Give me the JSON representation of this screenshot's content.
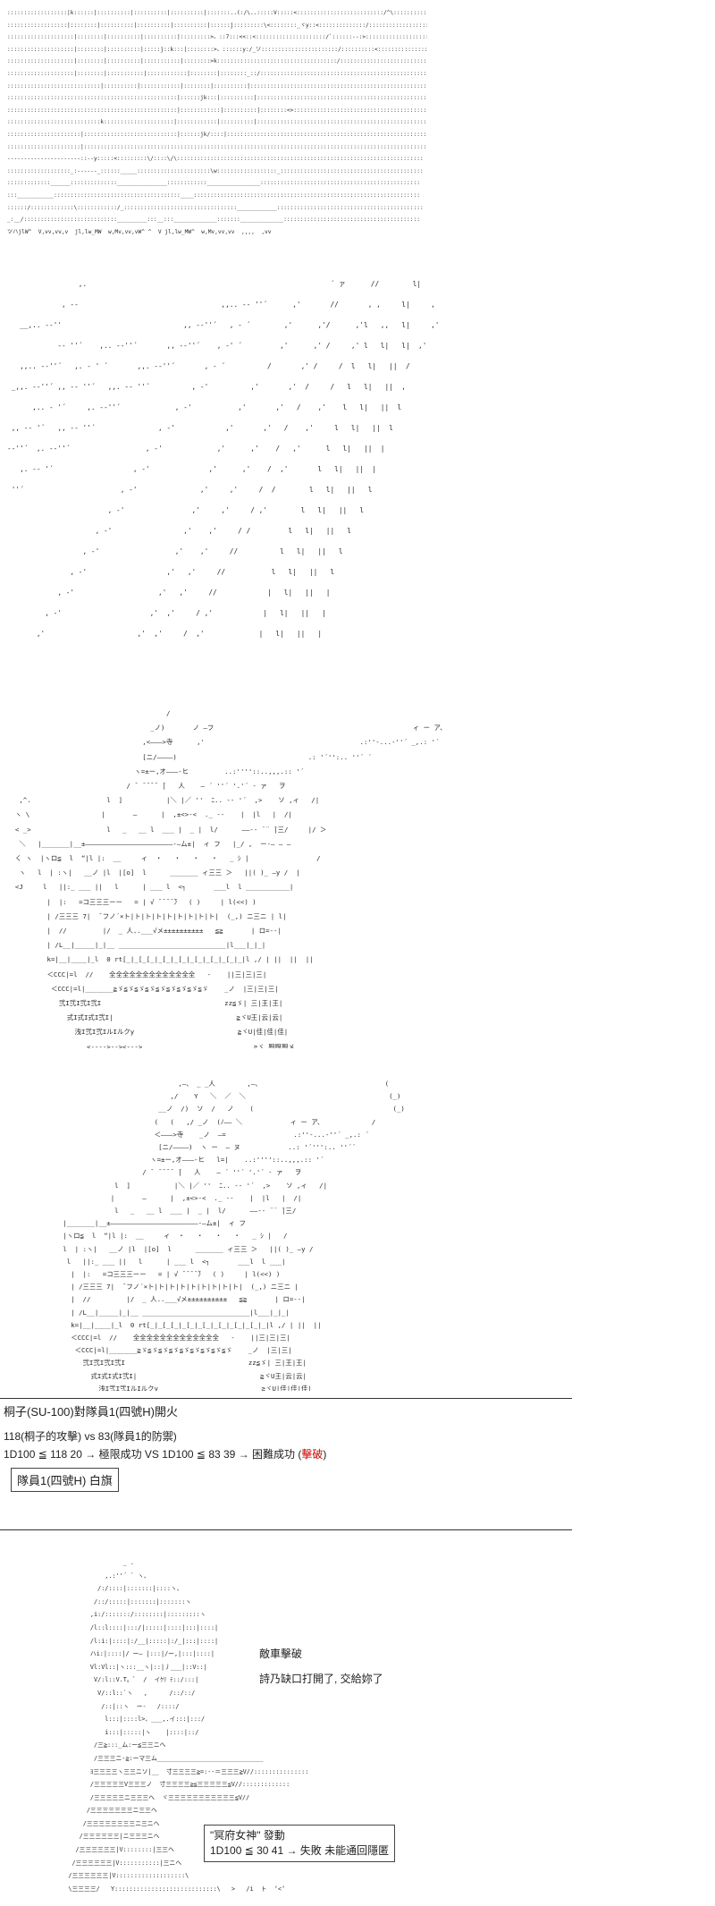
{
  "panel1_art": "::::::::::::::::::|k::::::|::::::::::|::::::::::|::::::::::|:::::::..(:/\\..:::::V:::::<::::::::::::::::::::::::::/^\\::::::::::::::::::::\n::::::::::::::::::|::::::::|::::::::::|::::::::::|::::::::::|::::::j:::::::::\\<::::::::_ヾy::<::::::::::::::/:::::::::::::::::::::::::::::\n::::::::::::::::::::|::::::::|::::::::::|::::::::::|:::::::::>、::7:::<<::<:::::::::::::::::::::/`::::::--:>::::::::::::::::::::::\n::::::::::::::::::::|::::::::|::::::::::|:::::j::k:::|::::::::>、::::::y:/_ソ:::::::::::::::::::::::/::::::::::<::::::::::::::::::::\n::::::::::::::::::::|::::::::|::::::::::|:::::::::::|::::::::>k::::::::::::::::::::::::::::::::::::/:::::::::::::::::::::::::::::::::\n::::::::::::::::::::|::::::::|:::::::::::|::::::::::::|::::::::|::::::::_::/::::::::::::::::::::::::::::::::::::::::::::::::::::::\n::::::::::::::::::::::::::::|::::::::::|::::::::::::|::::::::|::::::::::|:::::::::::::::::::::::::::::::::::::::::::::::::::::::::\n:::::::::::::::::::::::::::::::::::::::::::::::::::|::::::jk:::|::::::::::|::::::::::::::::::::::::::::::::::::::::::::::::::::::\n:::::::::::::::::::::::::::::::::::::::::::::::::::|::::::::::::|::::::::::|::::::::<>::::::::::::::::::::::::::::::::::::::::::\n::::::::::::::::::::::::::::k:::::::::::::::::::::|::::::::::::|::::::::::|::::::::::::::::::::::::::::::::::::::::::::::::::::\n::::::::::::::::::::::|::::::::::::::::::::::::::::|::::::jk/::::|::::::::::::::::::::::::::::::::::::::::::::::::::::::::::::\n::::::::::::::::::::::|:::::::::::::::::::::::::::::::::::::::::::::::::::::::::::::::::::::::::::::::::::::::::::::::::::::::\n----------------------::--y:::::<:::::::::\\/::::\\/\\::::::::::::::::::::::::::::::::::::::::::::::::::::::::::::::::::::::::::\n:::::::::::::::::::_:------_::::::_____::::::::::::::::::::::\\w::::::::::::::::::_:::::::::::::::::::::::::::::::::::::::::::\n:::::::::::::______::::::::::::::_______________::::::::::::________________::::::::::::::::::::::::::::::::::::::::::::::::\n:::___________::::::::::::::::::::::::::::::::::::::____::::::::::::::::::::::::::::::::::::::::::::::::::::::::::::::::::::\n::::::/:::::::::::::\\::::::::::::/_::::::::::::::::::::::::::::::::::____________::::::::::::::::::::::::::::::::::::::::::::\n_:__/::::::::::::::::::::::::::::_________:::__:::_____________:::::::_____________:::::::::::::::::::::::::::::::::::::::::\nツハjlW^  V,vv,vv,v  jl,lw_MW  w,Mv,vv,vW^ ^  V jl,lw_MW^  w,Mv,vv,vv  ,,,,  ,vv",
  "panel2_art": "                 ,.                                                          ´ ァ      //        l|                          \n             , -‐                                  ,,.. ‐- ''´      ,'       //       , ,     l|     ,                  \n   __,.. -‐''                             ,, -‐''´   , ‐ ´        ,'      ,'/      ,'l   ,,   l|     ,'                  \n            -‐ ''´    ,.. -‐''´       ,, -‐''´    , ‐' ´         ,'      ,' /     ,' l   l|   l|  ,'                    \n   ,,.. -‐''´   ,. - ' ´       ,,. -‐''´       , ‐ ´          /       ,' /     /  l   l|   ||  /                     \n _,,. -‐''´ ,, -‐ ''´   ,,. -‐ ''´          , ‐'          ,'       ,'  /     /   l   l|   ||  ,                     \n      ,.. - '´     ,. -‐''´             , ‐'           ,'       ,'   /    ,'    l   l|   ||  l                     \n ,, -‐ '´   ,, -‐ ''´               , ‐'            ,'       ,'   /    ,'     l   l|   ||  l                     \n-‐''´  ,. -‐''´                  , ‐'             ,'      ,'    /   ,'      l   l|   ||  |                     \n   ,. -‐ '´                   , ‐'              ,'      ,'    /  ,'       l   l|   ||  |                     \n ''´                       , ‐'               ,'     ,'     /  /        l   l|   ||   l                    \n                        , ‐'                ,'     ,'     / ,'        l   l|   ||   l                    \n                     , ‐'                 ,'    ,'     / /         l   l|   ||   l                    \n                  , ‐'                  ,'    ,'     //          l   l|   ||   l                    \n               , ‐'                   ,'   ,'     //           l   l|   ||   l                    \n            , ‐'                    ,'   ,'     //            |   l|   ||   |                    \n         , ‐'                     ,'  ,'     / ,'            |   l|   ||   |                    \n       ,'                      ,'  ,'     /  ,'             |   l|   ||   |                    ",
  "panel3_art": "                                        /\n                                    _ノ)       ノ ―フ                                                  ィ ー ア、\n                                  ,<―――>寺      ,'                                       .:''-...-''´ _,.: '´\n                                  [ニ/――――)                                 .: '´'':.. ''´ ´\n                                ヽ=±ー,オ―――‐ヒ         ..:''''::..,,,.:: '´\n                              / ̄  ̄ ̄ ̄ ̄  ̄|   人    ― ´ ''´ '.'´ ‐ ァ   ヲ\n   ,^.                   l  ]           |＼ |／ ''  ﾆ.. -‐ '´  ,>    ソ ,ィ   /|\n  ヽ \\                  |       ―      |  ,±<>-<  ._ -‐    |  |l   |  /|\n  < _>                   l   _   __ l  ___ |  _ |  l/      ――-‐ ¨¨ ̄|三/     |/ ＞\n   ＼   |_______|__±――――――――――――――――――――――‐―ム±|  ィ フ   |_/ ,  ー‐― ― ―\n  く ヽ  |ヽロ≦  l  “|l |:  __     ィ  ・   ・   ・   ・   _ ｼ |                 /\n   ヽ   l  | :ヽ|   __ノ |l  |[o]  l      _______ ィ三三 ＞   ||( )_ ―y /  |     \n  <J     l   ||:_ ___ ||   l      | ___ l  <┐       ___l  l ___________|\n          |  |:   =コ三三三ーー   = | √ ̄ ̄ ̄ ̄ ̄〉  ( )     | l(<<) )\n          | /三三三 7|  ̄ フノ´×ト|ト|ト|ト|ト|ト|ト|ト|ト|  (_,) ニ三ニ | l|  \n          |  //         |/  _ 人..___√メ±±±±±±±±±±   ≦≧       | ロ=‐‐|\n          | /L__|_____|_|__ ___________________________|l___|_|_|\n          k=|__|____|_l  0 rt[_|_[_[_|_[_|_[_|_[_|_[_|_[_|_|l ,/ | ||  ||  ||\n          ＜CCC|=l  //    全全全全全全全全全全全全全   ‐    ||三|三|三|\n           ＜CCC|=l|_______≧ゞ≦ゞ≦ゞ≦ゞ≦ゞ≦ゞ≦ゞ≦ゞ≦ゞ    _ノ  |三|三|三|\n             弐I弐I弐I弐I                               zz≦ゞ| 三|王|王|\n               式I式I式I弐I|                               ≧ヾU王|云|云|\n                 浅I弐I弐IルIルクy                          ≧ヾU|佳|佳|佳|\n                    <---->--><--->                            ≧ヾ_厨厨厨メ",
  "panel4_art": "                                           ,―、 _ _人        ,―、                               (\n                                         ,/    Y   ＼  ／  ＼                                    (_)\n                                      __ノ  /)  ソ  /   ノ    (                                   (_)\n                                     (   (   ,/ _ノ  (ﾉ―― ＼            ィ ー ア、            /\n                                     ＜―――>寺    _ノ  ―=                 .:''-...-''´ _,.: ´\n                                      [ニ/――――)  ヽ ー  ― ヌ            ..: '´''':.. ''´´\n                                    ヽ=±ー,オ―――‐ヒ   l=|    ..:''''::..,,,.:: '´\n                                  / ̄  ̄ ̄ ̄ ̄  ̄|   人    ― ´ ''´ '.'´ ‐ ァ   ヲ\n                           l  ]           |＼ |／ ''  ﾆ.. -‐ '´  ,>    ソ ,ィ   /|\n                          |       ―      |  ,±<>-<  ._ -‐    |  |l   |  /|\n                           l   _   __ l  ___ |  _ |  l/      ――-‐ ¨¨ ̄|三/\n              |_______|__±――――――――――――――――――――――‐―ム±|  ィ フ\n              |ヽロ≦  l  “|l |:  __     ィ  ・   ・   ・   ・   _ ｼ |   /\n              l  | :ヽ|   __ノ |l  |[o]  l      _______ ィ三三 ＞   ||( )_ ―y /\n               l   ||:_ ___ ||   l      | ___ l  <┐       ___l  l ___|\n                |  |:   =コ三三三ーー   = | √ ̄ ̄ ̄ ̄ ̄〉  ( )     | l(<<) )\n                | /三三三 7|  ̄ フノ´×ト|ト|ト|ト|ト|ト|ト|ト|ト|  (_,) ニ三ニ |\n                |  //         |/  _ 人..___√メ±±±±±±±±±±   ≦≧       | ロ=‐‐|\n                | /L__|_____|_|__ ___________________________|l___|_|_|\n                k=|__|____|_l  0 rt[_|_[_[_|_[_|_[_|_[_|_[_|_[_|_|l ,/ | ||  ||\n                ＜CCC|=l  //    全全全全全全全全全全全全全   ‐    ||三|三|三|\n                 ＜CCC|=l|_______≧ゞ≦ゞ≦ゞ≦ゞ≦ゞ≦ゞ≦ゞ≦ゞ≦ゞ    _ノ  |三|三|\n                   弐I弐I弐I弐I                               zz≦ゞ| 三|王|王|\n                     式I式I式I弐I|                               ≧ヾU王|云|云|\n                       浅I弐I弐IルIルクy                          ≧ヾU|佳|佳|佳|",
  "panel5_art": "                   _ .\n              ,.:''´ ` ヽ、\n            /:/::::|:::::::|::::ヽ、\n           /::/:::::|:::::::|:::::::ヽ\n          ,i:/:::::::/::::::::|:::::::::ヽ\n          /l::l::::|:::/|:::::|::::|:::|::::|\n          /l:i:|::::|:/__|:::::|:/_|:::|::::|\n          ハi:|::::|/ ー― |:::|/ー,|:::|::::|\n          Vl:Vl::|ヽ:::__ヽ|::|丿___|::V::|\n           V/:l::V.T。ﾞ  /  イｹﾘ ﾃ::/:::|\n            V/::l::`ヽ   ,      /::/::/\n             /::|::ヽ  ー‐   /::::/\n              l:::|::::l>、___,.イ:::|:::/\n              i:::|:::::|ヽ    |::::|::/\n           /三≧:::_ム:ー≦三三ニヘ\n           /三三三ニ‐≧:ーマ三ム_____________________________\n          ﾖ三三三三ヽ三三ニソ|__  寸三三三三≧=:‐‐＝三三三≧V//:::::::::::::::\n          /三三三三三V三三三ノ  寸三三三三≧≦三三三三三≦V//:::::::::::::\n          /三三三三三ニ三三三ヘ  ヾ三三三三三三三三三三三≦V//\n         /三三三三三三三ニ三三ヘ\n        /三三三三三三三三ニ三ニヘ\n       /三三三三三三|ニ三三三ニヘ\n      /三三三三三三|V::::::::|三三ヘ\n     /三三三三三三|V:::::::::::|三ニヘ\n    /三三三三三三|V:::::::::::::::::::\\\n    \\三三三三/   Y::::::::::::::::::::::::::::\\   >   /i  ト  ‘<‘",
  "section1": {
    "title": "桐子(SU-100)對隊員1(四號H)開火",
    "attack_line": "118(桐子的攻擊) vs 83(隊員1的防禦)",
    "roll_line_main": "1D100 ≦ 118  20 → 極限成功 VS 1D100 ≦ 83  39 → 困難成功 (",
    "roll_line_red": "擊破",
    "roll_line_end": ")",
    "status_box": "隊員1(四號H) 白旗"
  },
  "section2": {
    "line1": "敵車擊破",
    "line2": "詩乃缺口打開了, 交給妳了",
    "box_line1": "\"冥府女神\" 發動",
    "box_line2": "1D100 ≦ 30  41 → 失敗 未能通回隱匿"
  }
}
